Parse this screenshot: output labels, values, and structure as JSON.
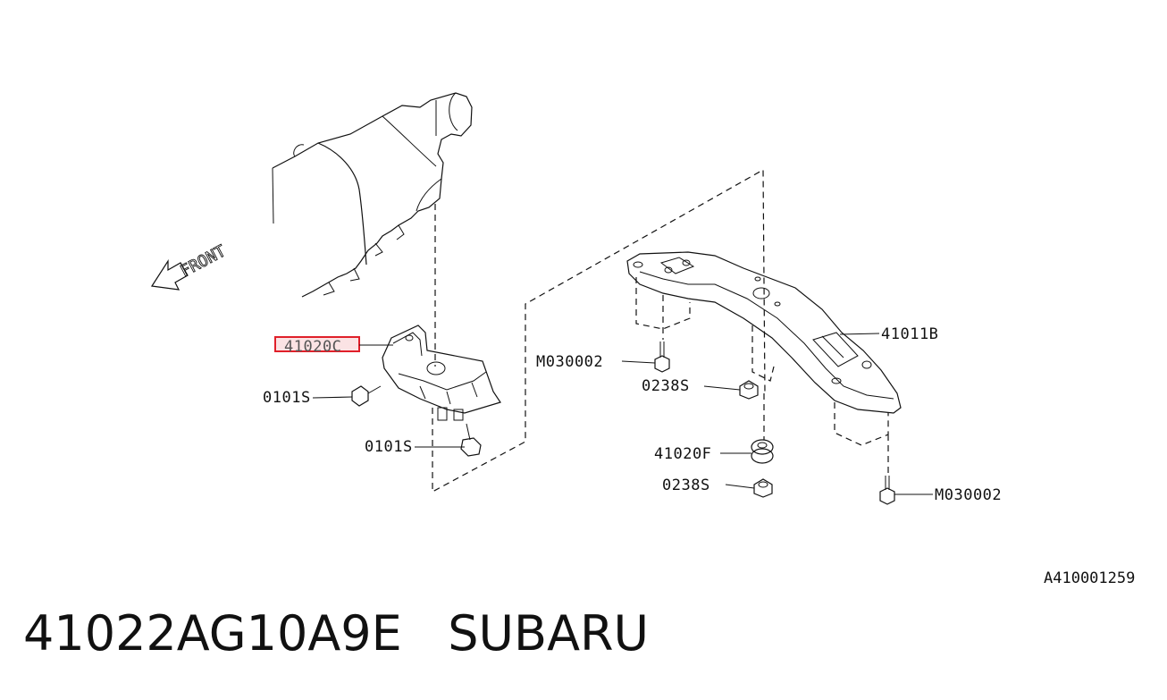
{
  "callouts": {
    "bracket_highlighted": "41020C",
    "bolt_left_upper": "0101S",
    "bolt_left_lower": "0101S",
    "crossmember": "41011B",
    "bolt_crossmember_left": "M030002",
    "nut_upper": "0238S",
    "cushion": "41020F",
    "nut_lower": "0238S",
    "bolt_crossmember_right": "M030002"
  },
  "direction_label": "FRONT",
  "diagram_ref": "A410001259",
  "caption": {
    "part_number": "41022AG10A9E",
    "brand": "SUBARU"
  },
  "colors": {
    "highlight_border": "#e0202a",
    "highlight_fill": "#fbe3e4",
    "ink": "#111111"
  }
}
